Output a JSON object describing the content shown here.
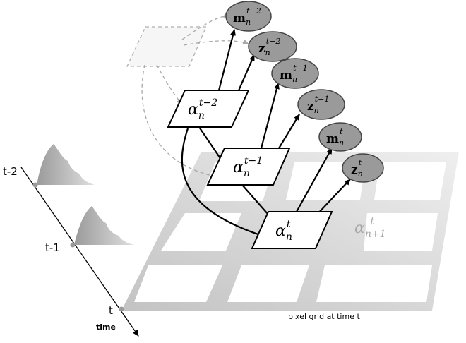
{
  "timeline": {
    "tick_t2": "t-2",
    "tick_t1": "t-1",
    "tick_t": "t",
    "axis_label": "time"
  },
  "grid_caption": "pixel grid at time t",
  "alpha_nodes": [
    {
      "base": "α",
      "sub": "n",
      "sup": "t−2"
    },
    {
      "base": "α",
      "sub": "n",
      "sup": "t−1"
    },
    {
      "base": "α",
      "sub": "n",
      "sup": "t"
    }
  ],
  "neighbor_node": {
    "base": "α",
    "sub": "n+1",
    "sup": "t"
  },
  "observation_nodes": [
    {
      "base": "m",
      "sub": "n",
      "sup": "t−2"
    },
    {
      "base": "z",
      "sub": "n",
      "sup": "t−2"
    },
    {
      "base": "m",
      "sub": "n",
      "sup": "t−1"
    },
    {
      "base": "z",
      "sub": "n",
      "sup": "t−1"
    },
    {
      "base": "m",
      "sub": "n",
      "sup": "t"
    },
    {
      "base": "z",
      "sub": "n",
      "sup": "t"
    }
  ],
  "colors": {
    "grid_border": "#c8c8c8",
    "grid_cell": "#ffffff",
    "ellipse_fill": "#9a9a9a",
    "dashed": "#a8a8a8",
    "faint_text": "#a8a8a8",
    "curve_fill": "#b5b5b5"
  }
}
